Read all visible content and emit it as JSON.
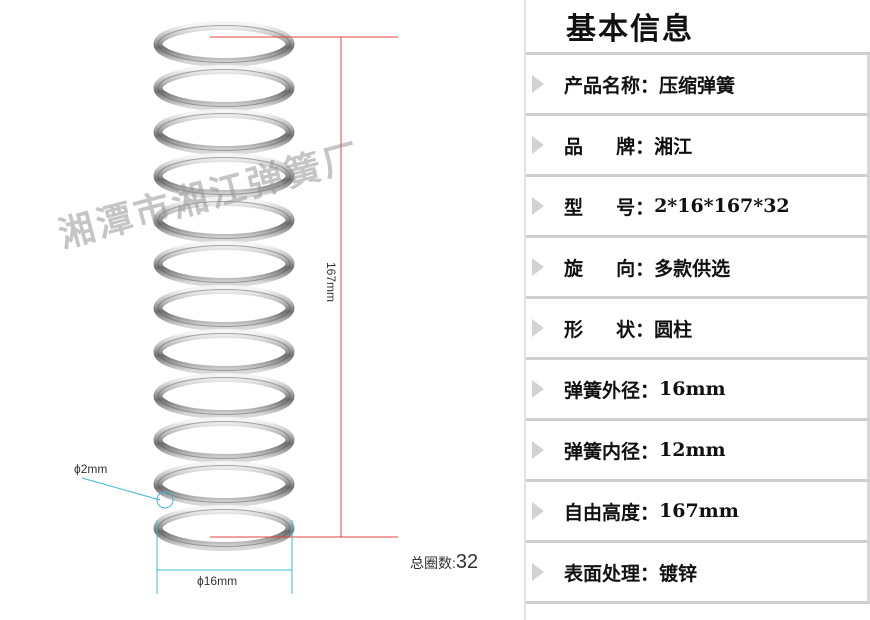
{
  "watermark": "湘潭市湘江弹簧厂",
  "diagram": {
    "height_dim": "167mm",
    "wire_dim": "ϕ2mm",
    "outer_dim": "ϕ16mm",
    "coils_label": "总圈数:",
    "coils_value": "32"
  },
  "info": {
    "title": "基本信息",
    "rows": [
      {
        "label": "产品名称：",
        "value": "压缩弹簧"
      },
      {
        "label": "品     牌：",
        "value": "湘江"
      },
      {
        "label": "型     号：",
        "value": "2*16*167*32"
      },
      {
        "label": "旋     向：",
        "value": "多款供选"
      },
      {
        "label": "形     状：",
        "value": "圆柱"
      },
      {
        "label": "弹簧外径：",
        "value": "16mm"
      },
      {
        "label": "弹簧内径：",
        "value": "12mm"
      },
      {
        "label": "自由高度：",
        "value": "167mm"
      },
      {
        "label": "表面处理：",
        "value": "镀锌"
      }
    ]
  },
  "colors": {
    "dimension_line": "#e04040",
    "annotation_line": "#3fb8d8",
    "row_divider": "#cfcfcf",
    "arrow": "#d2d2d2"
  }
}
